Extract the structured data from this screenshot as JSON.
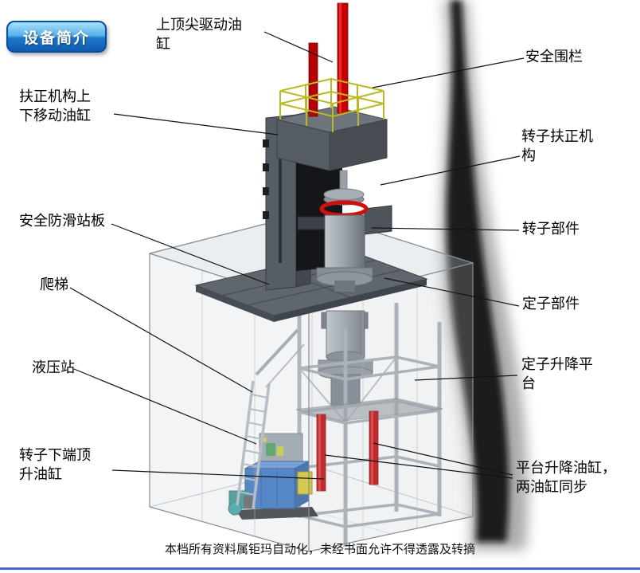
{
  "badge": {
    "label": "设备简介"
  },
  "labels": {
    "top_drive_cylinder": "上顶尖驱动油\n缸",
    "safety_fence": "安全围栏",
    "centering_updown_cylinder": "扶正机构上\n下移动油缸",
    "rotor_centering_mechanism": "转子扶正机\n构",
    "antislip_platform": "安全防滑站板",
    "rotor_parts": "转子部件",
    "ladder": "爬梯",
    "stator_parts": "定子部件",
    "hydraulic_station": "液压站",
    "stator_lift_platform": "定子升降平\n台",
    "rotor_bottom_jack_cylinder": "转子下端顶\n升油缸",
    "platform_lift_cylinders": "平台升降油缸，\n两油缸同步"
  },
  "footer": {
    "text": "本档所有资料属钜玛自动化，未经书面允许不得透露及转摘"
  },
  "colors": {
    "badge_gradient_top": "#a8e0fa",
    "badge_gradient_bottom": "#0f5cb0",
    "cylinder_red": "#c80000",
    "railing_yellow": "#b9b923",
    "hydraulic_blue": "#2f6fc2",
    "bottom_rule_blue": "#4466cc"
  }
}
